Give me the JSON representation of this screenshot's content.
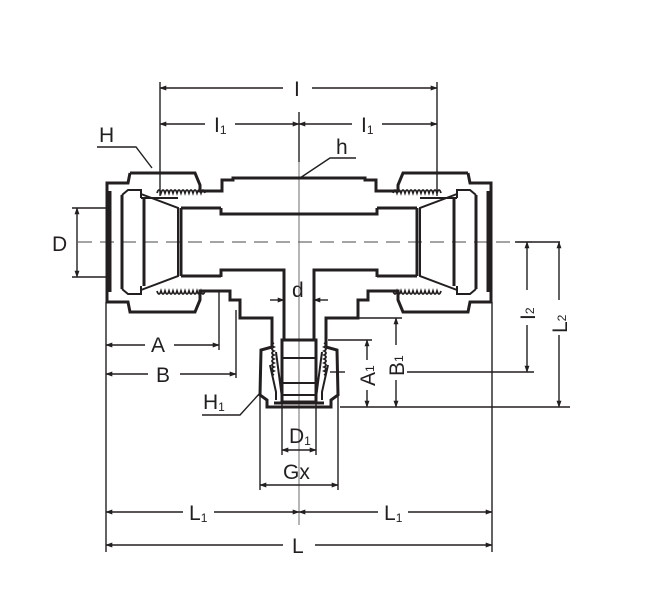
{
  "drawing": {
    "title": "Union Tee compression fitting – dimension drawing",
    "colors": {
      "line": "#231f20",
      "centerline": "#6d6e71",
      "background": "#ffffff"
    },
    "labels": {
      "I": {
        "main": "I",
        "sub": ""
      },
      "I1_left": {
        "main": "I",
        "sub": "1"
      },
      "I1_right": {
        "main": "I",
        "sub": "1"
      },
      "H": {
        "main": "H",
        "sub": ""
      },
      "h": {
        "main": "h",
        "sub": ""
      },
      "D": {
        "main": "D",
        "sub": ""
      },
      "d": {
        "main": "d",
        "sub": ""
      },
      "A": {
        "main": "A",
        "sub": ""
      },
      "B": {
        "main": "B",
        "sub": ""
      },
      "H1": {
        "main": "H",
        "sub": "1"
      },
      "A1": {
        "main": "A",
        "sub": "1"
      },
      "B1": {
        "main": "B",
        "sub": "1"
      },
      "I2": {
        "main": "I",
        "sub": "2"
      },
      "L2": {
        "main": "L",
        "sub": "2"
      },
      "D1": {
        "main": "D",
        "sub": "1"
      },
      "Gx": {
        "main": "Gx",
        "sub": ""
      },
      "L1_left": {
        "main": "L",
        "sub": "1"
      },
      "L1_right": {
        "main": "L",
        "sub": "1"
      },
      "L": {
        "main": "L",
        "sub": ""
      }
    }
  }
}
